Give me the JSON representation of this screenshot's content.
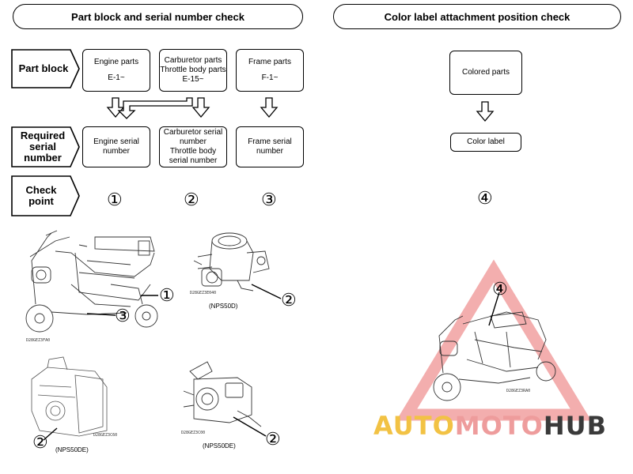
{
  "left_title": "Part block and serial number check",
  "right_title": "Color label attachment position check",
  "row_labels": {
    "part_block": "Part block",
    "required_serial_number": [
      "Required",
      "serial",
      "number"
    ],
    "check_point": [
      "Check",
      "point"
    ]
  },
  "part_blocks": [
    {
      "name": [
        "Engine parts"
      ],
      "code": "E-1~"
    },
    {
      "name": [
        "Carburetor parts",
        "Throttle body parts"
      ],
      "code": "E-15~"
    },
    {
      "name": [
        "Frame parts"
      ],
      "code": "F-1~"
    }
  ],
  "serial_boxes": [
    [
      "Engine serial",
      "number"
    ],
    [
      "Carburetor serial",
      "number",
      "Throttle body",
      "serial number"
    ],
    [
      "Frame serial",
      "number"
    ]
  ],
  "check_points": [
    "①",
    "②",
    "③"
  ],
  "color_check": {
    "colored_parts": "Colored parts",
    "color_label": "Color label",
    "check_point": "④"
  },
  "figures": {
    "scooter_code": "D28GEZ3FA0",
    "carb_top_code": "D28GEZ3E040",
    "carb_top_model": "(NPS50D)",
    "throttle_left_code": "D28GEZ3C60",
    "throttle_left_model": "(NPS50DE)",
    "throttle_right_code": "D28GEZ3C00",
    "throttle_right_model": "(NPS50DE)",
    "color_scooter_code": "D28GEZ3RA0",
    "callouts": [
      "①",
      "②",
      "③",
      "②",
      "②",
      "④"
    ]
  },
  "watermark": {
    "part1": "AUTO",
    "part2": "MOTO",
    "part3": "HUB",
    "color1": "#f2c244",
    "color2": "#ee9c9c",
    "color3": "#3a3a3a"
  }
}
